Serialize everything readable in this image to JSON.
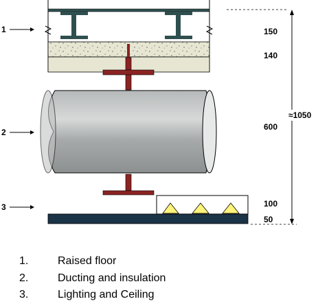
{
  "diagram": {
    "labels": [
      {
        "id": "1",
        "text": "1"
      },
      {
        "id": "2",
        "text": "2"
      },
      {
        "id": "3",
        "text": "3"
      }
    ],
    "dimensions": {
      "total": "≈1050",
      "d150": "150",
      "d140": "140",
      "d600": "600",
      "d100": "100",
      "d50": "50"
    },
    "colors": {
      "slab": "#e6e6d2",
      "steel": "#2f4f4f",
      "hanger": "#8b2323",
      "duct": "#a9a9a9",
      "ceiling": "#1b3346",
      "light": "#fff37a"
    }
  },
  "legend": [
    {
      "num": "1.",
      "text": "Raised floor"
    },
    {
      "num": "2.",
      "text": "Ducting and insulation"
    },
    {
      "num": "3.",
      "text": "Lighting and Ceiling"
    }
  ]
}
